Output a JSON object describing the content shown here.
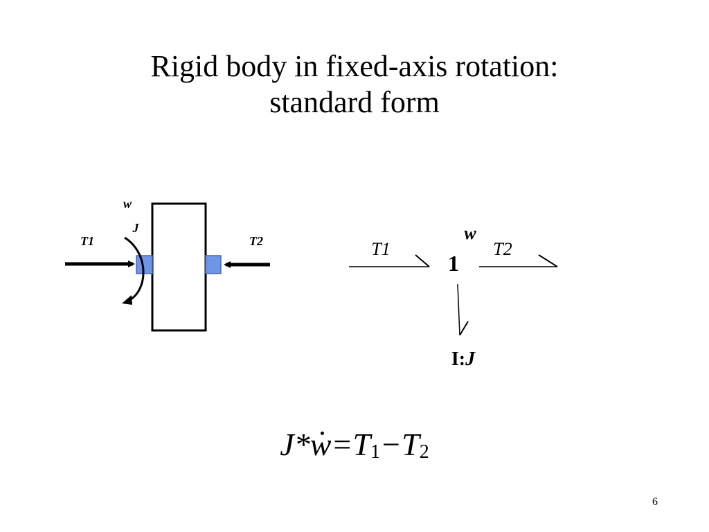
{
  "slide": {
    "title_line1": "Rigid body in fixed-axis rotation:",
    "title_line2": "standard form",
    "page_number": "6"
  },
  "left_diagram": {
    "label_w": "w",
    "label_j": "J",
    "label_t1": "T1",
    "label_t2": "T2",
    "colors": {
      "shaft": "#6f95e6",
      "outline": "#000000"
    }
  },
  "bond_graph": {
    "label_t1": "T1",
    "label_t2": "T2",
    "label_w": "w",
    "junction": "1",
    "element_type": "I:",
    "element_param": "J"
  },
  "equation": {
    "lhs_j": "J",
    "op_mul": "*",
    "var_w": "w",
    "op_eq": "=",
    "t": "T",
    "sub1": "1",
    "op_minus": "−",
    "sub2": "2"
  }
}
